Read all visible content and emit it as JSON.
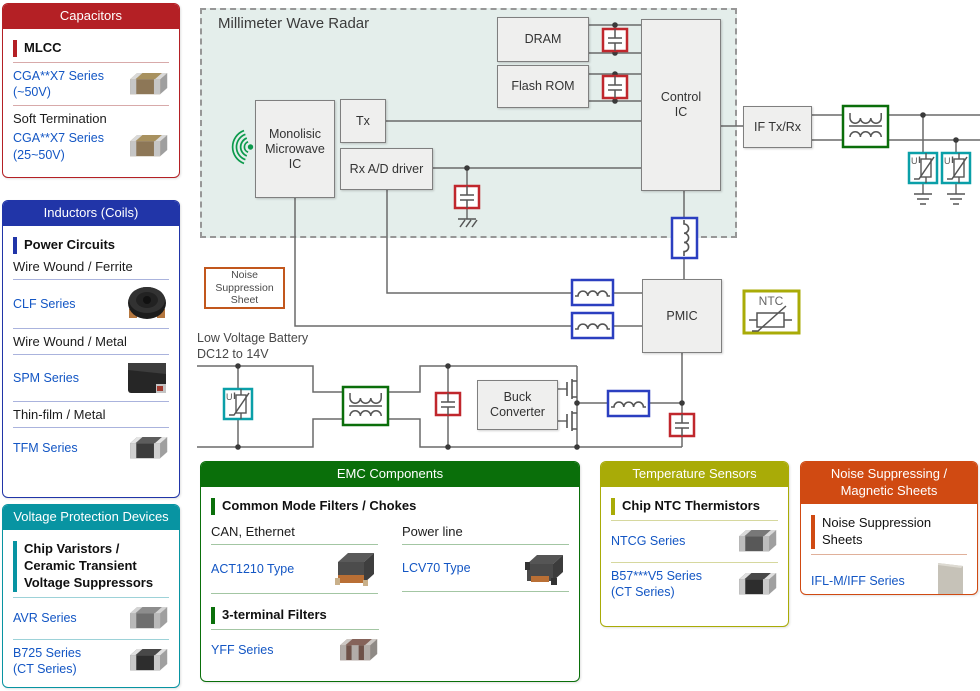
{
  "colors": {
    "capacitors_accent": "#b42025",
    "inductors_accent": "#2135a8",
    "voltage_accent": "#0894a2",
    "emc_accent": "#0a6f0a",
    "temperature_accent": "#a9ab07",
    "noise_accent": "#d04a12",
    "link_blue": "#1356c4",
    "capacitor_symbol": "#c0272d",
    "inductor_symbol": "#2b3fc0",
    "common_mode_filter_symbol": "#0a6e0a",
    "varistor_symbol": "#0a9fa8",
    "ntc_symbol": "#a9ab07",
    "noise_sheet_box": "#c2571d",
    "antenna_green": "#0c9a4c",
    "radar_bg": "#e4eeeb"
  },
  "panels": {
    "capacitors": {
      "title": "Capacitors",
      "group": "MLCC",
      "subheading": "Soft Termination",
      "items": [
        {
          "name": "CGA**X7 Series",
          "note": "(~50V)",
          "icon": "mlcc-chip"
        },
        {
          "name": "CGA**X7 Series",
          "note": "(25~50V)",
          "icon": "mlcc-chip"
        }
      ]
    },
    "inductors": {
      "title": "Inductors (Coils)",
      "group": "Power Circuits",
      "items": [
        {
          "category": "Wire Wound / Ferrite",
          "name": "CLF Series",
          "icon": "clf-coil"
        },
        {
          "category": "Wire Wound / Metal",
          "name": "SPM Series",
          "icon": "spm-inductor"
        },
        {
          "category": "Thin-film / Metal",
          "name": "TFM Series",
          "icon": "tfm-chip"
        }
      ]
    },
    "voltage_protection": {
      "title": "Voltage Protection Devices",
      "group_line1": "Chip Varistors /",
      "group_line2": "Ceramic Transient",
      "group_line3": "Voltage Suppressors",
      "items": [
        {
          "name": "AVR Series",
          "icon": "avr-chip"
        },
        {
          "name": "B725 Series",
          "note": "(CT Series)",
          "icon": "ct-chip"
        }
      ]
    },
    "emc": {
      "title": "EMC Components",
      "group1": "Common Mode Filters / Chokes",
      "columns": [
        {
          "category": "CAN, Ethernet",
          "name": "ACT1210 Type",
          "icon": "act-cmf"
        },
        {
          "category": "Power line",
          "name": "LCV70 Type",
          "icon": "lcv-cmf"
        }
      ],
      "group2": "3-terminal Filters",
      "item2": {
        "name": "YFF Series",
        "icon": "yff-chip"
      }
    },
    "temperature": {
      "title": "Temperature Sensors",
      "group": "Chip NTC Thermistors",
      "items": [
        {
          "name": "NTCG Series",
          "icon": "ntcg-chip"
        },
        {
          "name": "B57***V5 Series",
          "note": "(CT Series)",
          "icon": "ct-chip"
        }
      ]
    },
    "noise_sheets": {
      "title_line1": "Noise Suppressing /",
      "title_line2": "Magnetic Sheets",
      "group_line1": "Noise Suppression",
      "group_line2": "Sheets",
      "item": {
        "name": "IFL-M/IFF Series",
        "icon": "sheet"
      }
    }
  },
  "diagram": {
    "region_title": "Millimeter Wave Radar",
    "blocks": {
      "monolisic": {
        "line1": "Monolisic",
        "line2": "Microwave",
        "line3": "IC"
      },
      "tx": {
        "label": "Tx"
      },
      "rx": {
        "label": "Rx A/D driver"
      },
      "dram": {
        "label": "DRAM"
      },
      "flash": {
        "label": "Flash ROM"
      },
      "control": {
        "line1": "Control",
        "line2": "IC"
      },
      "if_txrx": {
        "label": "IF Tx/Rx"
      },
      "pmic": {
        "label": "PMIC"
      },
      "buck": {
        "line1": "Buck",
        "line2": "Converter"
      }
    },
    "labels": {
      "noise_sheet_line1": "Noise",
      "noise_sheet_line2": "Suppression",
      "noise_sheet_line3": "Sheet",
      "battery_line1": "Low Voltage Battery",
      "battery_line2": "DC12 to 14V",
      "ntc": "NTC",
      "varistor_u": "U"
    }
  }
}
